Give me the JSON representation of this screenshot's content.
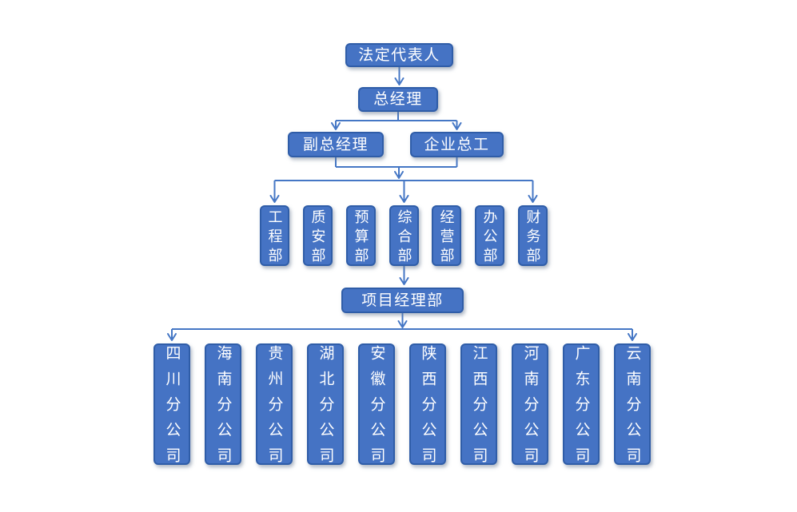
{
  "org": {
    "legal_representative": "法定代表人",
    "general_manager": "总经理",
    "deputy_general_manager": "副总经理",
    "chief_engineer": "企业总工",
    "departments": [
      "工程部",
      "质安部",
      "预算部",
      "综合部",
      "经营部",
      "办公部",
      "财务部"
    ],
    "project_management_dept": "项目经理部",
    "branches": [
      "四川分公司",
      "海南分公司",
      "贵州分公司",
      "湖北分公司",
      "安徽分公司",
      "陕西分公司",
      "江西分公司",
      "河南分公司",
      "广东分公司",
      "云南分公司"
    ]
  },
  "colors": {
    "node_fill": "#4573C4",
    "node_border": "#2F5DA8",
    "connector": "#4577C5",
    "node_text": "#FFFFFF",
    "background": "#FFFFFF"
  }
}
